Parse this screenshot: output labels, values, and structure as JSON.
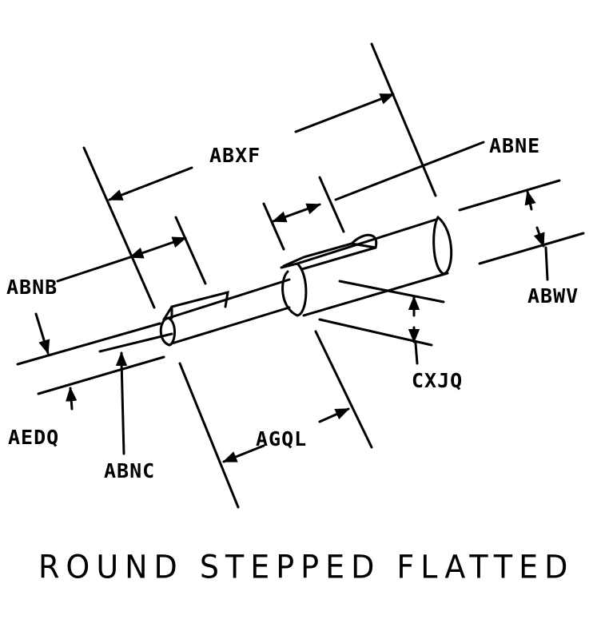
{
  "title": "ROUND STEPPED FLATTED",
  "dimensions": {
    "abxf": "ABXF",
    "abne": "ABNE",
    "abnb": "ABNB",
    "abwv": "ABWV",
    "cxjq": "CXJQ",
    "aedq": "AEDQ",
    "abnc": "ABNC",
    "agql": "AGQL"
  }
}
